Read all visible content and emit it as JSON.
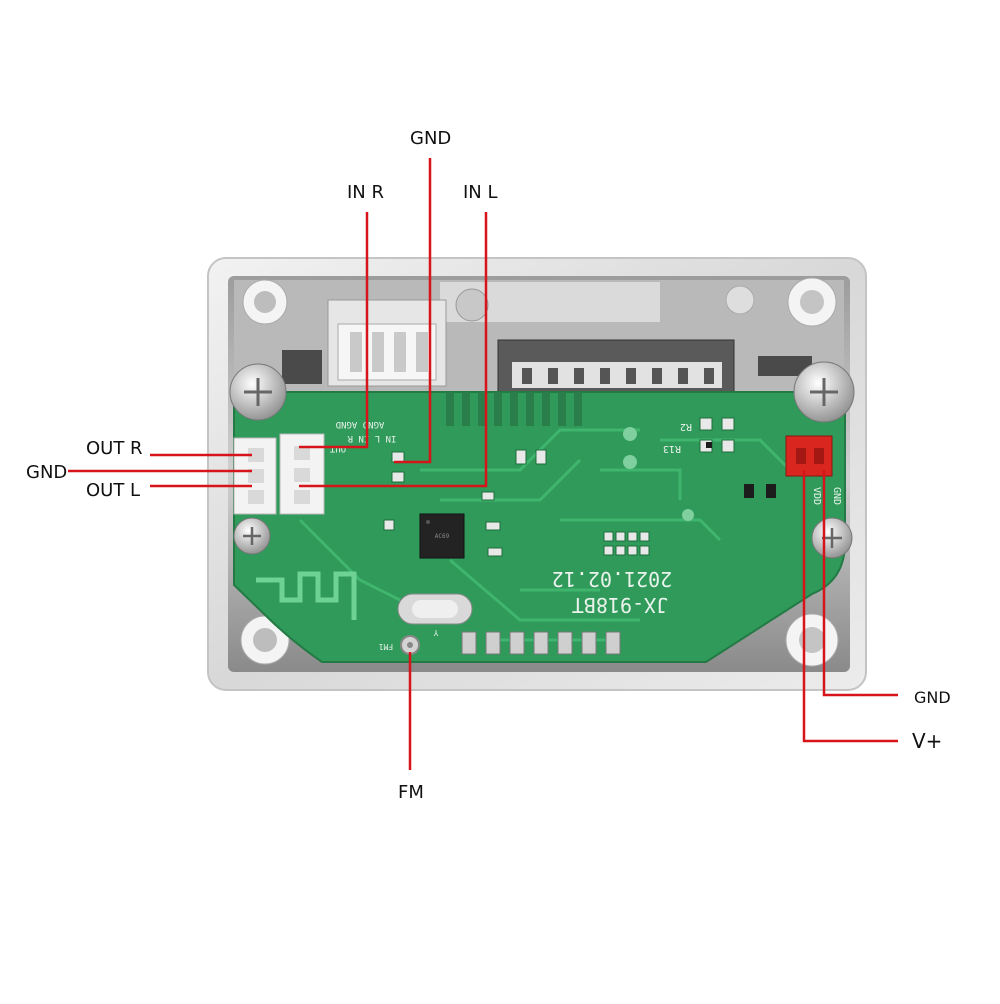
{
  "labels": {
    "gnd_top": "GND",
    "in_r": "IN R",
    "in_l": "IN L",
    "out_r": "OUT R",
    "gnd_left": "GND",
    "out_l": "OUT L",
    "fm": "FM",
    "gnd_right": "GND",
    "vplus": "V+"
  },
  "silkscreen": {
    "model": "JX-918BT",
    "date": "2021.02.12",
    "power_vdd": "VDD",
    "power_gnd": "GND",
    "agnd": "AGND AGND",
    "in_rl": "IN L  IN R",
    "out": "OUT",
    "r2": "R2",
    "r13": "R13",
    "fm1": "FM1",
    "y": "Y"
  },
  "colors": {
    "leader": "#d6141a",
    "pcb": "#2f9a5a",
    "pcb_dark": "#237a45",
    "connector_red": "#d9261f"
  }
}
